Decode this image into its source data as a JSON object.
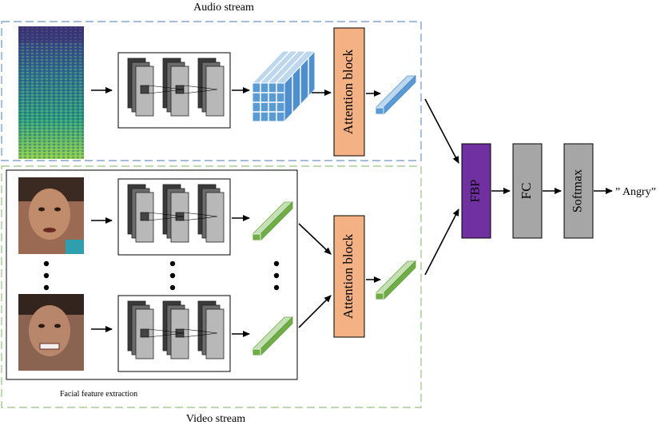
{
  "labels": {
    "audio_stream": "Audio stream",
    "video_stream": "Video stream",
    "facial_feature_extraction": "Facial feature extraction",
    "attention_block_audio": "Attention block",
    "attention_block_video": "Attention block",
    "fbp": "FBP",
    "fc": "FC",
    "softmax": "Softmax",
    "output": "” Angry”"
  },
  "colors": {
    "audio_dash": "#6f95c9",
    "video_dash": "#93c47d",
    "attention_fill": "#f4b183",
    "fbp_fill": "#7030a0",
    "gray_fill": "#a6a6a6",
    "audio_feature_blue": "#5b9bd5",
    "video_feature_green": "#70ad47"
  },
  "icons": {
    "spectrogram": "audio-spectrogram-image",
    "faces": [
      "face-image-top",
      "face-image-bottom"
    ],
    "cnn": "cnn-stack-icon",
    "ellipsis": "vertical-ellipsis-icon"
  }
}
